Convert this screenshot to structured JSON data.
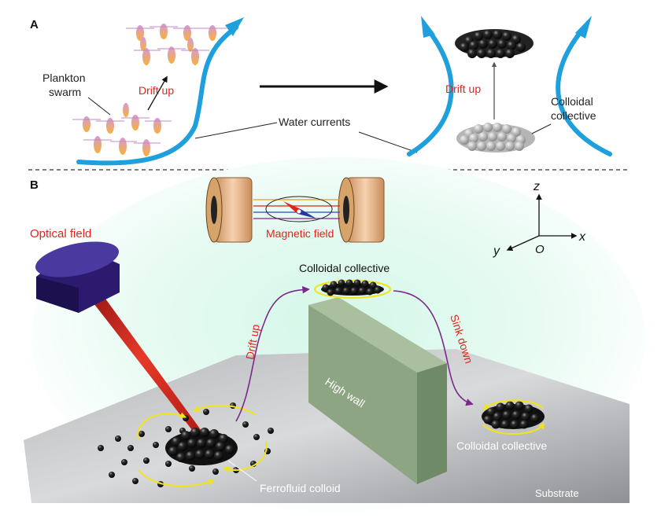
{
  "panel_a": {
    "label": "A",
    "plankton_label_line1": "Plankton",
    "plankton_label_line2": "swarm",
    "drift_up_left": "Drift up",
    "water_currents": "Water currents",
    "drift_up_right": "Drift up",
    "colloidal_line1": "Colloidal",
    "colloidal_line2": "collective"
  },
  "panel_b": {
    "label": "B",
    "optical_field": "Optical field",
    "magnetic_field": "Magnetic field",
    "colloidal_top": "Colloidal collective",
    "drift_up": "Drift up",
    "sink_down": "Sink down",
    "high_wall": "High wall",
    "colloidal_right": "Colloidal collective",
    "ferrofluid": "Ferrofluid colloid",
    "substrate": "Substrate",
    "axis_z": "z",
    "axis_x": "x",
    "axis_y": "y",
    "axis_origin": "O"
  },
  "colors": {
    "accent_red": "#e2231a",
    "water_blue": "#1fa0dc",
    "purple_arrow": "#7b2a8c",
    "wall_green": "#8da583",
    "glow_mint": "#c8f3e2"
  }
}
